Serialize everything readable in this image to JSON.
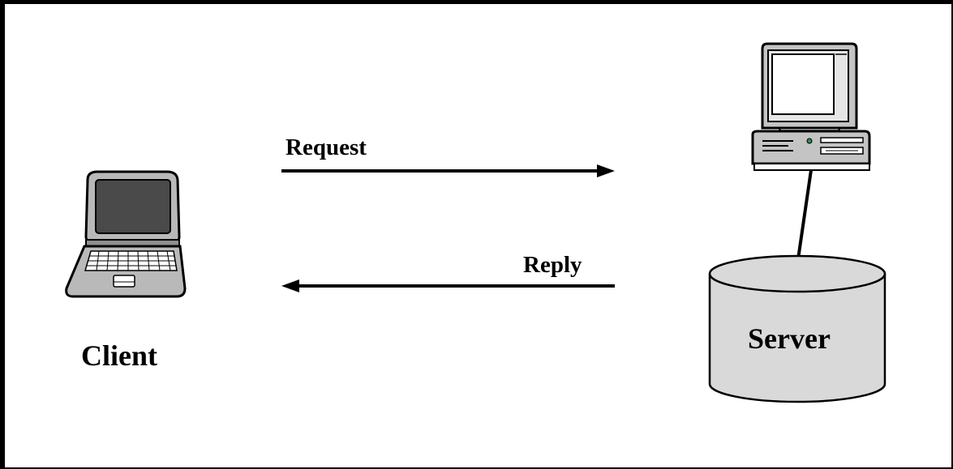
{
  "labels": {
    "request": "Request",
    "reply": "Reply",
    "client": "Client",
    "server": "Server"
  },
  "icons": {
    "client": "laptop-icon",
    "server_host": "desktop-computer-icon",
    "server_storage": "database-cylinder-icon"
  },
  "colors": {
    "line": "#000000",
    "device_gray": "#b9b9b9",
    "screen_dark": "#4a4a4a",
    "cylinder_fill": "#d9d9d9",
    "background": "#ffffff"
  }
}
